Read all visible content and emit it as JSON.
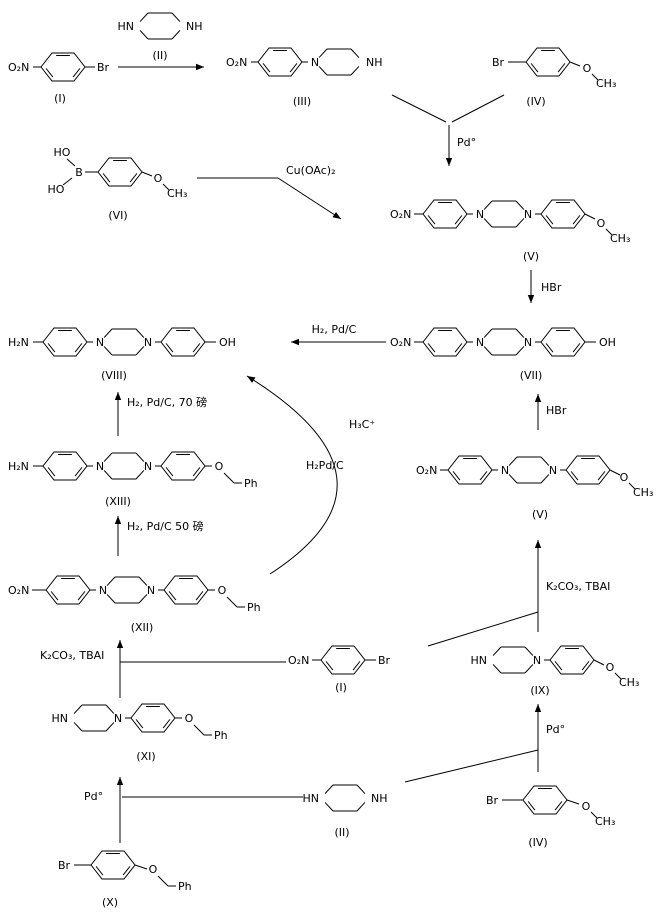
{
  "diagram": {
    "type": "chemical synthesis reaction scheme",
    "background_color": "#ffffff",
    "line_color": "#000000"
  },
  "atoms": {
    "o2n": "O₂N",
    "h2n": "H₂N",
    "br": "Br",
    "hn": "HN",
    "nh": "NH",
    "n": "N",
    "o": "O",
    "oh": "OH",
    "ho": "HO",
    "b": "B",
    "ch3": "CH₃",
    "ph": "Ph",
    "h3c_plus": "H₃C⁺"
  },
  "compound_labels": {
    "I": "(I)",
    "II": "(II)",
    "III": "(III)",
    "IV": "(IV)",
    "V": "(V)",
    "VI": "(VI)",
    "VII": "(VII)",
    "VIII": "(VIII)",
    "IX": "(IX)",
    "X": "(X)",
    "XI": "(XI)",
    "XII": "(XII)",
    "XIII": "(XIII)"
  },
  "reagent_labels": {
    "pd0": "Pd°",
    "hbr": "HBr",
    "cu_oac2": "Cu(OAc)₂",
    "h2_pdc": "H₂,  Pd/C",
    "h2_pdc_70": "H₂, Pd/C, 70 磅",
    "h2_pdc_50": "H₂, Pd/C 50 磅",
    "h2_pdc_curved": "H₂Pd/C",
    "k2co3_tbai": "K₂CO₃, TBAI"
  }
}
